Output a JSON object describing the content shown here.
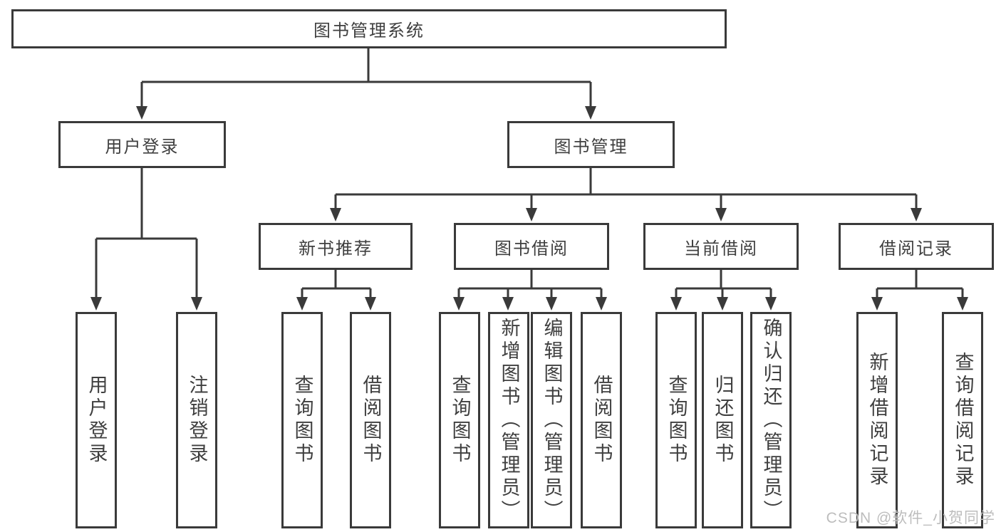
{
  "diagram": {
    "title": "图书管理系统",
    "nodes": {
      "root": "图书管理系统",
      "userLogin": "用户登录",
      "bookMgmt": "图书管理",
      "newBookRec": "新书推荐",
      "bookBorrow": "图书借阅",
      "currentBorrow": "当前借阅",
      "borrowRecord": "借阅记录",
      "leafUserLogin": "用户登录",
      "leafLogout": "注销登录",
      "leafQueryBook1": "查询图书",
      "leafBorrowBook1": "借阅图书",
      "leafQueryBook2": "查询图书",
      "leafAddBook": "新增图书（管理员）",
      "leafEditBook": "编辑图书（管理员）",
      "leafBorrowBook2": "借阅图书",
      "leafQueryBook3": "查询图书",
      "leafReturnBook": "归还图书",
      "leafConfirmReturn": "确认归还（管理员）",
      "leafAddRecord": "新增借阅记录",
      "leafQueryRecord": "查询借阅记录"
    },
    "hierarchy": [
      {
        "parent": "图书管理系统",
        "children": [
          "用户登录",
          "图书管理"
        ]
      },
      {
        "parent": "用户登录",
        "children": [
          "用户登录",
          "注销登录"
        ]
      },
      {
        "parent": "图书管理",
        "children": [
          "新书推荐",
          "图书借阅",
          "当前借阅",
          "借阅记录"
        ]
      },
      {
        "parent": "新书推荐",
        "children": [
          "查询图书",
          "借阅图书"
        ]
      },
      {
        "parent": "图书借阅",
        "children": [
          "查询图书",
          "新增图书（管理员）",
          "编辑图书（管理员）",
          "借阅图书"
        ]
      },
      {
        "parent": "当前借阅",
        "children": [
          "查询图书",
          "归还图书",
          "确认归还（管理员）"
        ]
      },
      {
        "parent": "借阅记录",
        "children": [
          "新增借阅记录",
          "查询借阅记录"
        ]
      }
    ],
    "watermark": "CSDN @软件_小贺同学",
    "colors": {
      "line": "#3a3a3a",
      "text": "#3f3f3f",
      "background": "#ffffff",
      "watermark": "#bdbdbd"
    }
  }
}
